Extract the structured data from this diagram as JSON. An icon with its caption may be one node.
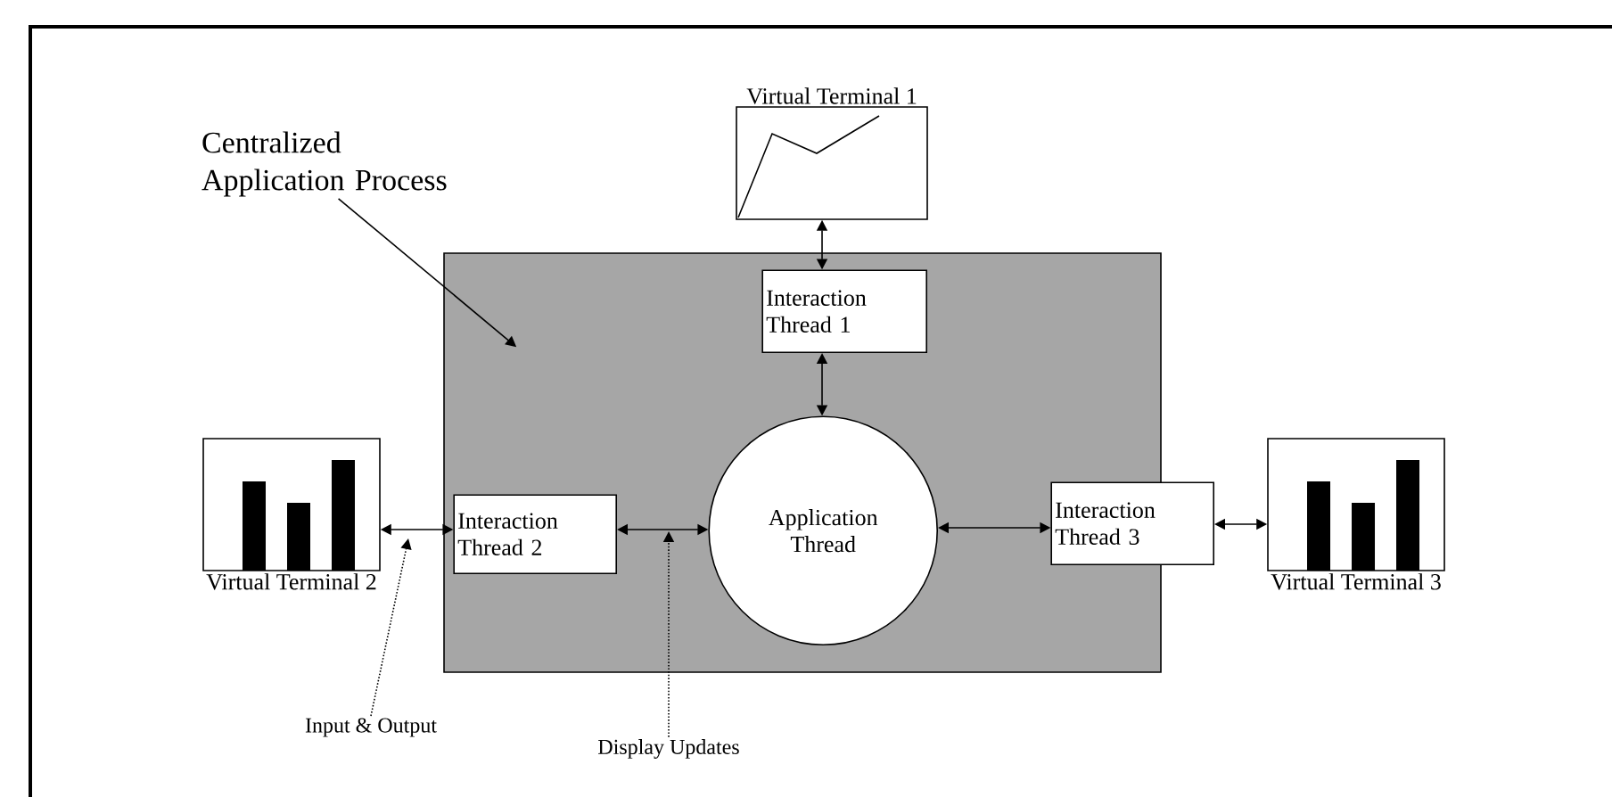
{
  "diagram": {
    "nodes": [
      {
        "text": [
          "Centralized Application Process"
        ]
      },
      {
        "text": [],
        "shape": "box"
      },
      {
        "text": [
          "Virtual Terminal 1"
        ]
      },
      {
        "text": [
          "Interaction Thread 1"
        ],
        "in": 1
      },
      {
        "text": [
          "Application Thread"
        ],
        "in": 1
      },
      {
        "text": [
          "Virtual Terminal 2"
        ]
      },
      {
        "text": [
          "Interaction Thread 2"
        ],
        "in": 1
      },
      {
        "text": [
          "Interaction Thread 3"
        ],
        "in": 1
      },
      {
        "text": [
          "Virtual Terminal 3"
        ]
      },
      {
        "text": [
          "Input & Output"
        ]
      },
      {
        "text": [
          "Display Updates"
        ]
      }
    ],
    "edges": [
      {
        "from": 0,
        "to": 1,
        "arrow": "to"
      },
      {
        "from": 2,
        "to": 3,
        "arrow": "both"
      },
      {
        "from": 3,
        "to": 4,
        "arrow": "both"
      },
      {
        "from": 5,
        "to": 6,
        "arrow": "both"
      },
      {
        "from": 6,
        "to": 4,
        "arrow": "both"
      },
      {
        "from": 4,
        "to": 7,
        "arrow": "both"
      },
      {
        "from": 7,
        "to": 8,
        "arrow": "both"
      },
      {
        "from": 9,
        "to": null,
        "arrow": "to",
        "style": "dashed"
      },
      {
        "from": 10,
        "to": null,
        "arrow": "to",
        "style": "dashed"
      }
    ]
  }
}
